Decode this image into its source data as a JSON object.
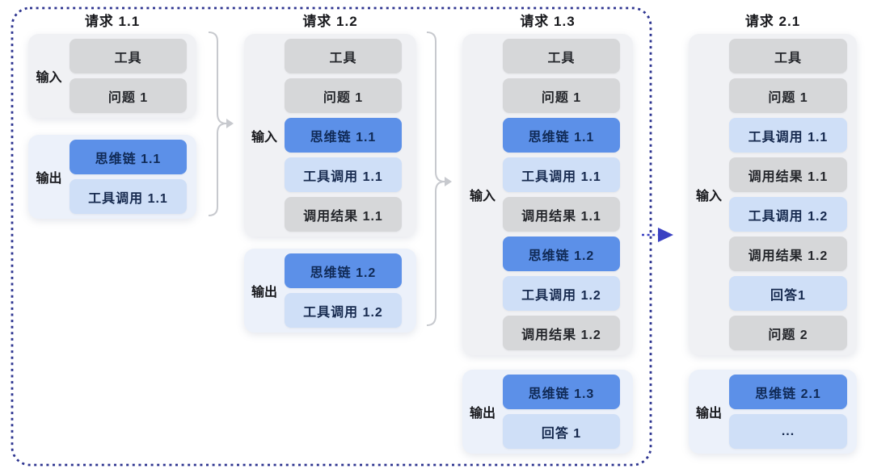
{
  "colors": {
    "dashed_border": "#2d3490",
    "arrow": "#3a40c2",
    "brace": "#c7c9ce",
    "title_text": "#17181c",
    "box_gray_bg": "#d6d7d9",
    "box_gray_text": "#24262b",
    "box_blue_bg": "#5c90e8",
    "box_blue_text": "#102a56",
    "box_lightblue_bg": "#cfdff7",
    "box_lightblue_text": "#16294e",
    "group_input_bg": "#f0f1f4",
    "group_output_bg": "#ecf1fa"
  },
  "columns": [
    {
      "title": "请求 1.1",
      "groups": [
        {
          "label": "输入",
          "type": "input",
          "boxes": [
            {
              "text": "工具",
              "style": "gray"
            },
            {
              "text": "问题 1",
              "style": "gray"
            }
          ]
        },
        {
          "label": "输出",
          "type": "output",
          "boxes": [
            {
              "text": "思维链 1.1",
              "style": "blue"
            },
            {
              "text": "工具调用 1.1",
              "style": "lightblue"
            }
          ]
        }
      ]
    },
    {
      "title": "请求 1.2",
      "groups": [
        {
          "label": "输入",
          "type": "input",
          "boxes": [
            {
              "text": "工具",
              "style": "gray"
            },
            {
              "text": "问题 1",
              "style": "gray"
            },
            {
              "text": "思维链 1.1",
              "style": "blue"
            },
            {
              "text": "工具调用 1.1",
              "style": "lightblue"
            },
            {
              "text": "调用结果 1.1",
              "style": "gray"
            }
          ]
        },
        {
          "label": "输出",
          "type": "output",
          "boxes": [
            {
              "text": "思维链 1.2",
              "style": "blue"
            },
            {
              "text": "工具调用 1.2",
              "style": "lightblue"
            }
          ]
        }
      ]
    },
    {
      "title": "请求 1.3",
      "groups": [
        {
          "label": "输入",
          "type": "input",
          "boxes": [
            {
              "text": "工具",
              "style": "gray"
            },
            {
              "text": "问题 1",
              "style": "gray"
            },
            {
              "text": "思维链 1.1",
              "style": "blue"
            },
            {
              "text": "工具调用 1.1",
              "style": "lightblue"
            },
            {
              "text": "调用结果 1.1",
              "style": "gray"
            },
            {
              "text": "思维链 1.2",
              "style": "blue"
            },
            {
              "text": "工具调用 1.2",
              "style": "lightblue"
            },
            {
              "text": "调用结果 1.2",
              "style": "gray"
            }
          ]
        },
        {
          "label": "输出",
          "type": "output",
          "boxes": [
            {
              "text": "思维链 1.3",
              "style": "blue"
            },
            {
              "text": "回答 1",
              "style": "lightblue"
            }
          ]
        }
      ]
    },
    {
      "title": "请求 2.1",
      "groups": [
        {
          "label": "输入",
          "type": "input",
          "boxes": [
            {
              "text": "工具",
              "style": "gray"
            },
            {
              "text": "问题 1",
              "style": "gray"
            },
            {
              "text": "工具调用 1.1",
              "style": "lightblue"
            },
            {
              "text": "调用结果 1.1",
              "style": "gray"
            },
            {
              "text": "工具调用 1.2",
              "style": "lightblue"
            },
            {
              "text": "调用结果 1.2",
              "style": "gray"
            },
            {
              "text": "回答1",
              "style": "lightblue"
            },
            {
              "text": "问题 2",
              "style": "gray"
            }
          ]
        },
        {
          "label": "输出",
          "type": "output",
          "boxes": [
            {
              "text": "思维链 2.1",
              "style": "blue"
            },
            {
              "text": "...",
              "style": "lightblue"
            }
          ]
        }
      ]
    }
  ]
}
